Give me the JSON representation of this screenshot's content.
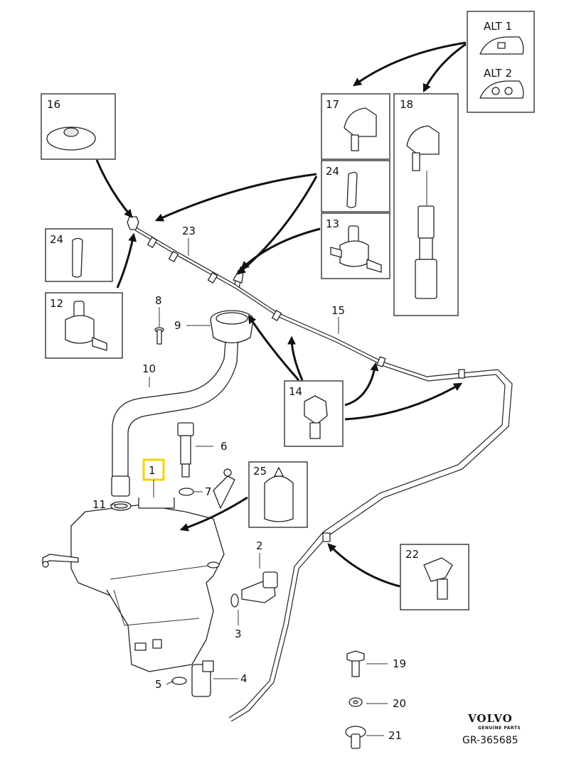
{
  "callouts": {
    "n1": "1",
    "n2": "2",
    "n3": "3",
    "n4": "4",
    "n5": "5",
    "n6": "6",
    "n7": "7",
    "n8": "8",
    "n9": "9",
    "n10": "10",
    "n11": "11",
    "n12": "12",
    "n13": "13",
    "n14": "14",
    "n15": "15",
    "n16": "16",
    "n17": "17",
    "n18": "18",
    "n19": "19",
    "n20": "20",
    "n21": "21",
    "n22": "22",
    "n23": "23",
    "n24a": "24",
    "n24b": "24",
    "n25": "25"
  },
  "alternatives": {
    "alt1": "ALT 1",
    "alt2": "ALT 2"
  },
  "brand": {
    "name": "VOLVO",
    "sub": "GENUINE PARTS"
  },
  "figure_id": "GR-365685",
  "colors": {
    "line": "#222222",
    "highlight": "#f5d200",
    "background": "#ffffff"
  }
}
